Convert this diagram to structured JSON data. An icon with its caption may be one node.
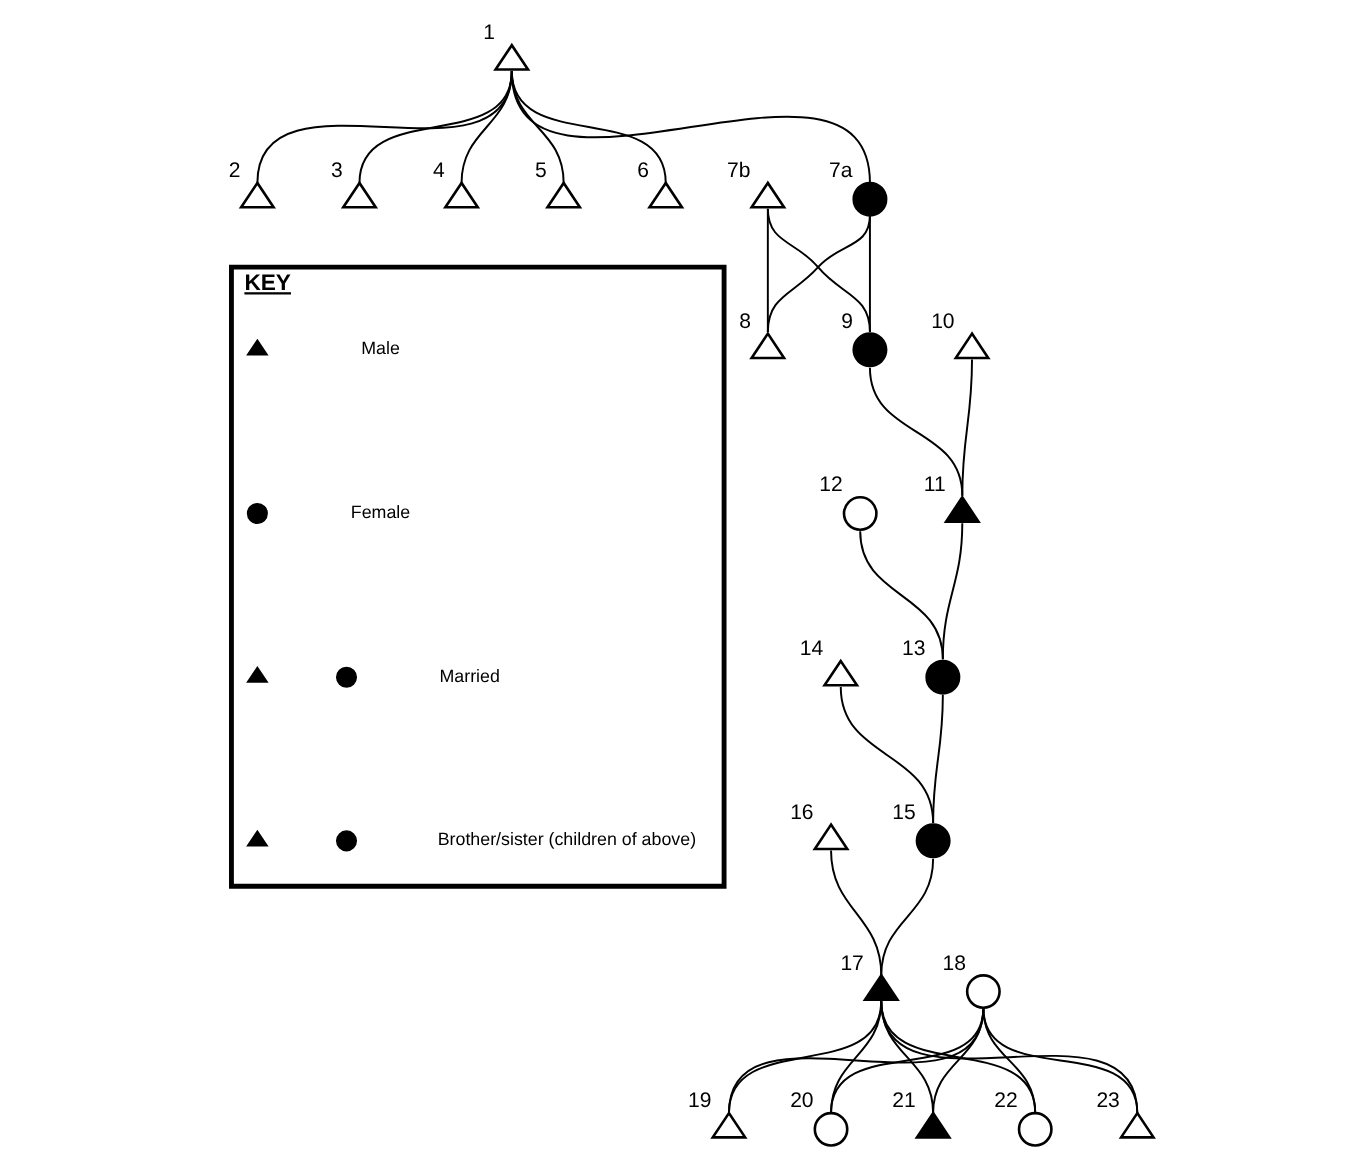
{
  "diagram": {
    "nodes": [
      {
        "text": [],
        "shape": "triangle",
        "beside": [
          "1"
        ]
      },
      {
        "text": [],
        "shape": "triangle",
        "beside": [
          "2"
        ]
      },
      {
        "text": [],
        "shape": "triangle",
        "beside": [
          "3"
        ]
      },
      {
        "text": [],
        "shape": "triangle",
        "beside": [
          "4"
        ]
      },
      {
        "text": [],
        "shape": "triangle",
        "beside": [
          "5"
        ]
      },
      {
        "text": [],
        "shape": "triangle",
        "beside": [
          "6"
        ]
      },
      {
        "text": [],
        "shape": "circle",
        "beside": [
          "7a"
        ]
      },
      {
        "text": [],
        "shape": "triangle",
        "beside": [
          "7b"
        ]
      },
      {
        "text": [],
        "shape": "triangle",
        "beside": [
          "8"
        ]
      },
      {
        "text": [],
        "shape": "circle",
        "beside": [
          "9"
        ]
      },
      {
        "text": [],
        "shape": "triangle",
        "beside": [
          "10"
        ]
      },
      {
        "text": [],
        "shape": "triangle",
        "beside": [
          "11"
        ]
      },
      {
        "text": [],
        "shape": "circle",
        "beside": [
          "12"
        ]
      },
      {
        "text": [],
        "shape": "circle",
        "beside": [
          "13"
        ]
      },
      {
        "text": [],
        "shape": "triangle",
        "beside": [
          "14"
        ]
      },
      {
        "text": [],
        "shape": "circle",
        "beside": [
          "15"
        ]
      },
      {
        "text": [],
        "shape": "triangle",
        "beside": [
          "16"
        ]
      },
      {
        "text": [],
        "shape": "triangle",
        "beside": [
          "17"
        ]
      },
      {
        "text": [],
        "shape": "circle",
        "beside": [
          "18"
        ]
      },
      {
        "text": [],
        "shape": "triangle",
        "beside": [
          "19"
        ]
      },
      {
        "text": [],
        "shape": "circle",
        "beside": [
          "20"
        ]
      },
      {
        "text": [],
        "shape": "triangle",
        "beside": [
          "21"
        ]
      },
      {
        "text": [],
        "shape": "circle",
        "beside": [
          "22"
        ]
      },
      {
        "text": [],
        "shape": "triangle",
        "beside": [
          "23"
        ]
      },
      {
        "text": [
          "KEY"
        ]
      }
    ],
    "edges": [
      {
        "from": 0,
        "to": 1,
        "arrow": "none"
      },
      {
        "from": 0,
        "to": 2,
        "arrow": "none"
      },
      {
        "from": 0,
        "to": 3,
        "arrow": "none"
      },
      {
        "from": 0,
        "to": 4,
        "arrow": "none"
      },
      {
        "from": 0,
        "to": 5,
        "arrow": "none"
      },
      {
        "from": 0,
        "to": 6,
        "arrow": "none"
      },
      {
        "from": 6,
        "to": 8,
        "arrow": "none"
      },
      {
        "from": 6,
        "to": 9,
        "arrow": "none"
      },
      {
        "from": 7,
        "to": 8,
        "arrow": "none"
      },
      {
        "from": 7,
        "to": 9,
        "arrow": "none"
      },
      {
        "from": 9,
        "to": 11,
        "arrow": "none"
      },
      {
        "from": 10,
        "to": 11,
        "arrow": "none"
      },
      {
        "from": 12,
        "to": 13,
        "arrow": "none"
      },
      {
        "from": 11,
        "to": 13,
        "arrow": "none"
      },
      {
        "from": 14,
        "to": 15,
        "arrow": "none"
      },
      {
        "from": 13,
        "to": 15,
        "arrow": "none"
      },
      {
        "from": 16,
        "to": 17,
        "arrow": "none"
      },
      {
        "from": 15,
        "to": 17,
        "arrow": "none"
      },
      {
        "from": 18,
        "to": 19,
        "arrow": "none"
      },
      {
        "from": 18,
        "to": 20,
        "arrow": "none"
      },
      {
        "from": 18,
        "to": 21,
        "arrow": "none"
      },
      {
        "from": 18,
        "to": 22,
        "arrow": "none"
      },
      {
        "from": 18,
        "to": 23,
        "arrow": "none"
      },
      {
        "from": 17,
        "to": 19,
        "arrow": "none"
      },
      {
        "from": 17,
        "to": 20,
        "arrow": "none"
      },
      {
        "from": 17,
        "to": 21,
        "arrow": "none"
      },
      {
        "from": 17,
        "to": 22,
        "arrow": "none"
      },
      {
        "from": 17,
        "to": 23,
        "arrow": "none"
      }
    ],
    "legend": [
      {
        "text": "Male"
      },
      {
        "text": "Female"
      },
      {
        "text": "Married"
      },
      {
        "text": "Brother/sister (children of above)"
      }
    ]
  }
}
